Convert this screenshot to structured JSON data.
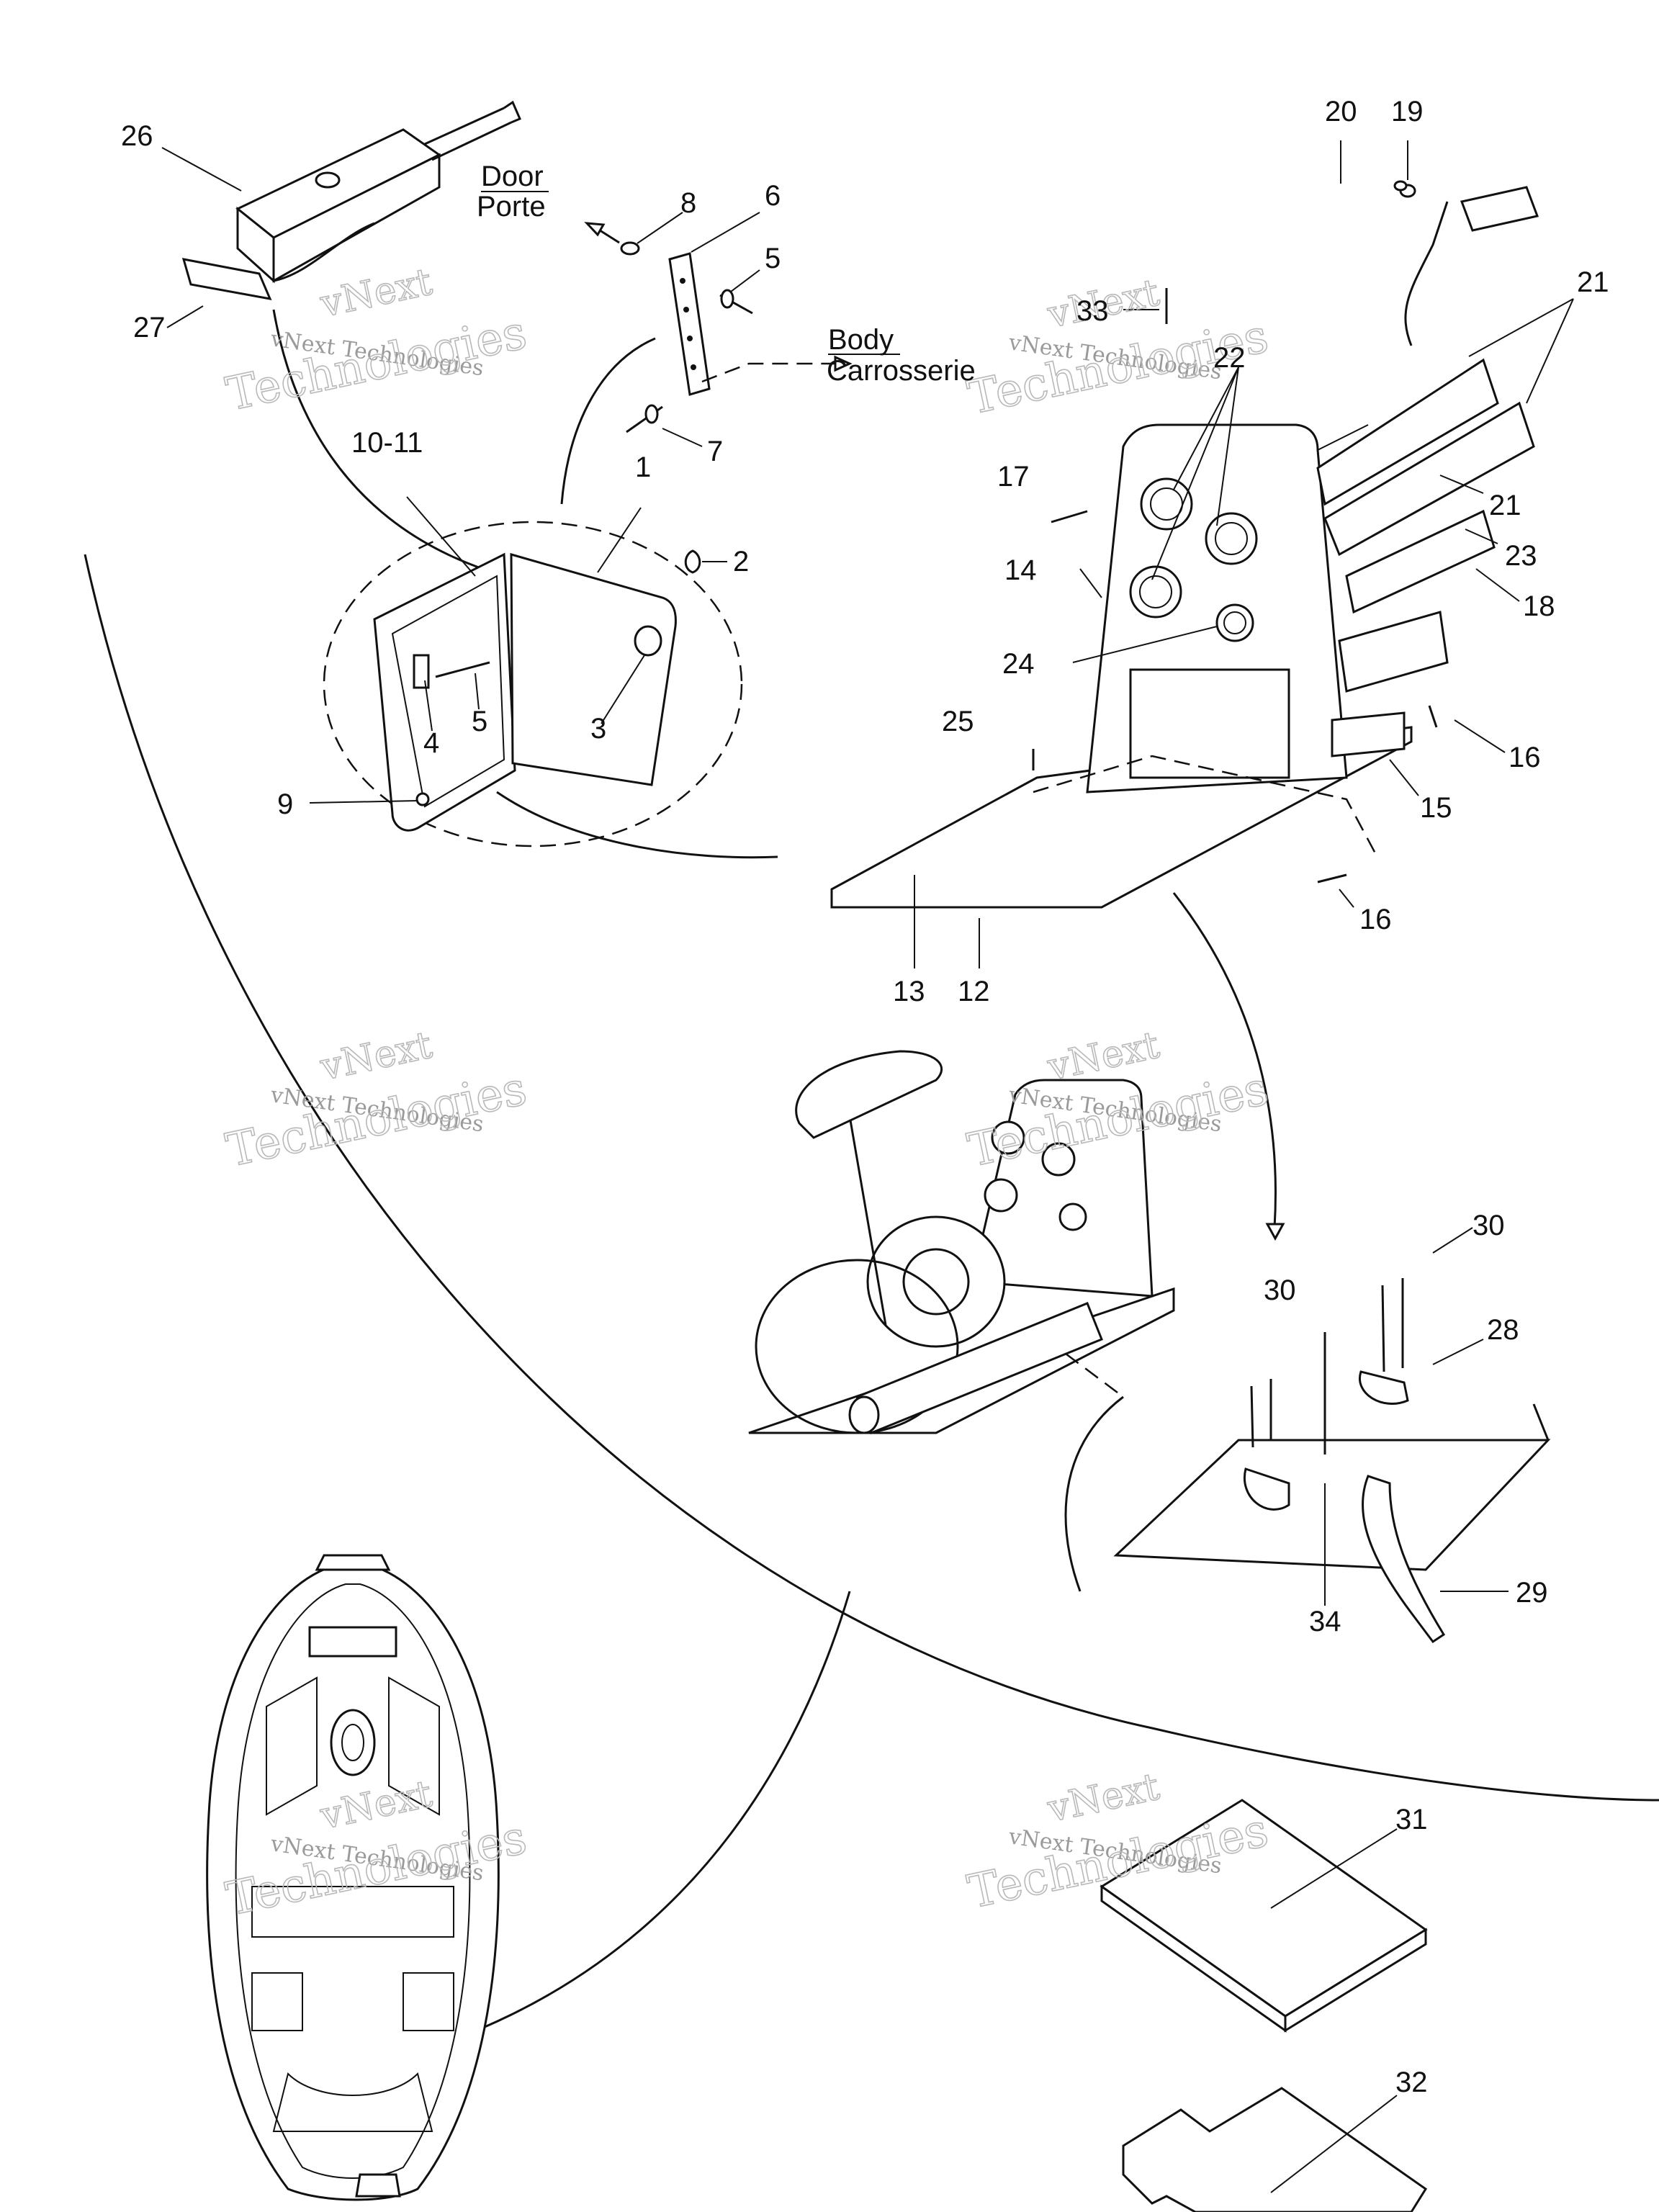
{
  "watermark": {
    "line1": "vNext",
    "line2": "vNext Technologies",
    "line3": "Technologies"
  },
  "direction_labels": {
    "door_en": "Door",
    "door_fr": "Porte",
    "body_en": "Body",
    "body_fr": "Carrosserie"
  },
  "callouts": {
    "c1": "1",
    "c2": "2",
    "c3": "3",
    "c4": "4",
    "c5a": "5",
    "c5b": "5",
    "c6": "6",
    "c7": "7",
    "c8": "8",
    "c9": "9",
    "c10_11": "10-11",
    "c12": "12",
    "c13": "13",
    "c14": "14",
    "c15": "15",
    "c16a": "16",
    "c16b": "16",
    "c17": "17",
    "c18": "18",
    "c19": "19",
    "c20": "20",
    "c21a": "21",
    "c21b": "21",
    "c22": "22",
    "c23": "23",
    "c24": "24",
    "c25": "25",
    "c26": "26",
    "c27": "27",
    "c28": "28",
    "c29": "29",
    "c30a": "30",
    "c30b": "30",
    "c31": "31",
    "c32": "32",
    "c33": "33",
    "c34": "34"
  },
  "colors": {
    "line": "#111111",
    "watermark": "#b9b9b9",
    "background": "#ffffff"
  }
}
